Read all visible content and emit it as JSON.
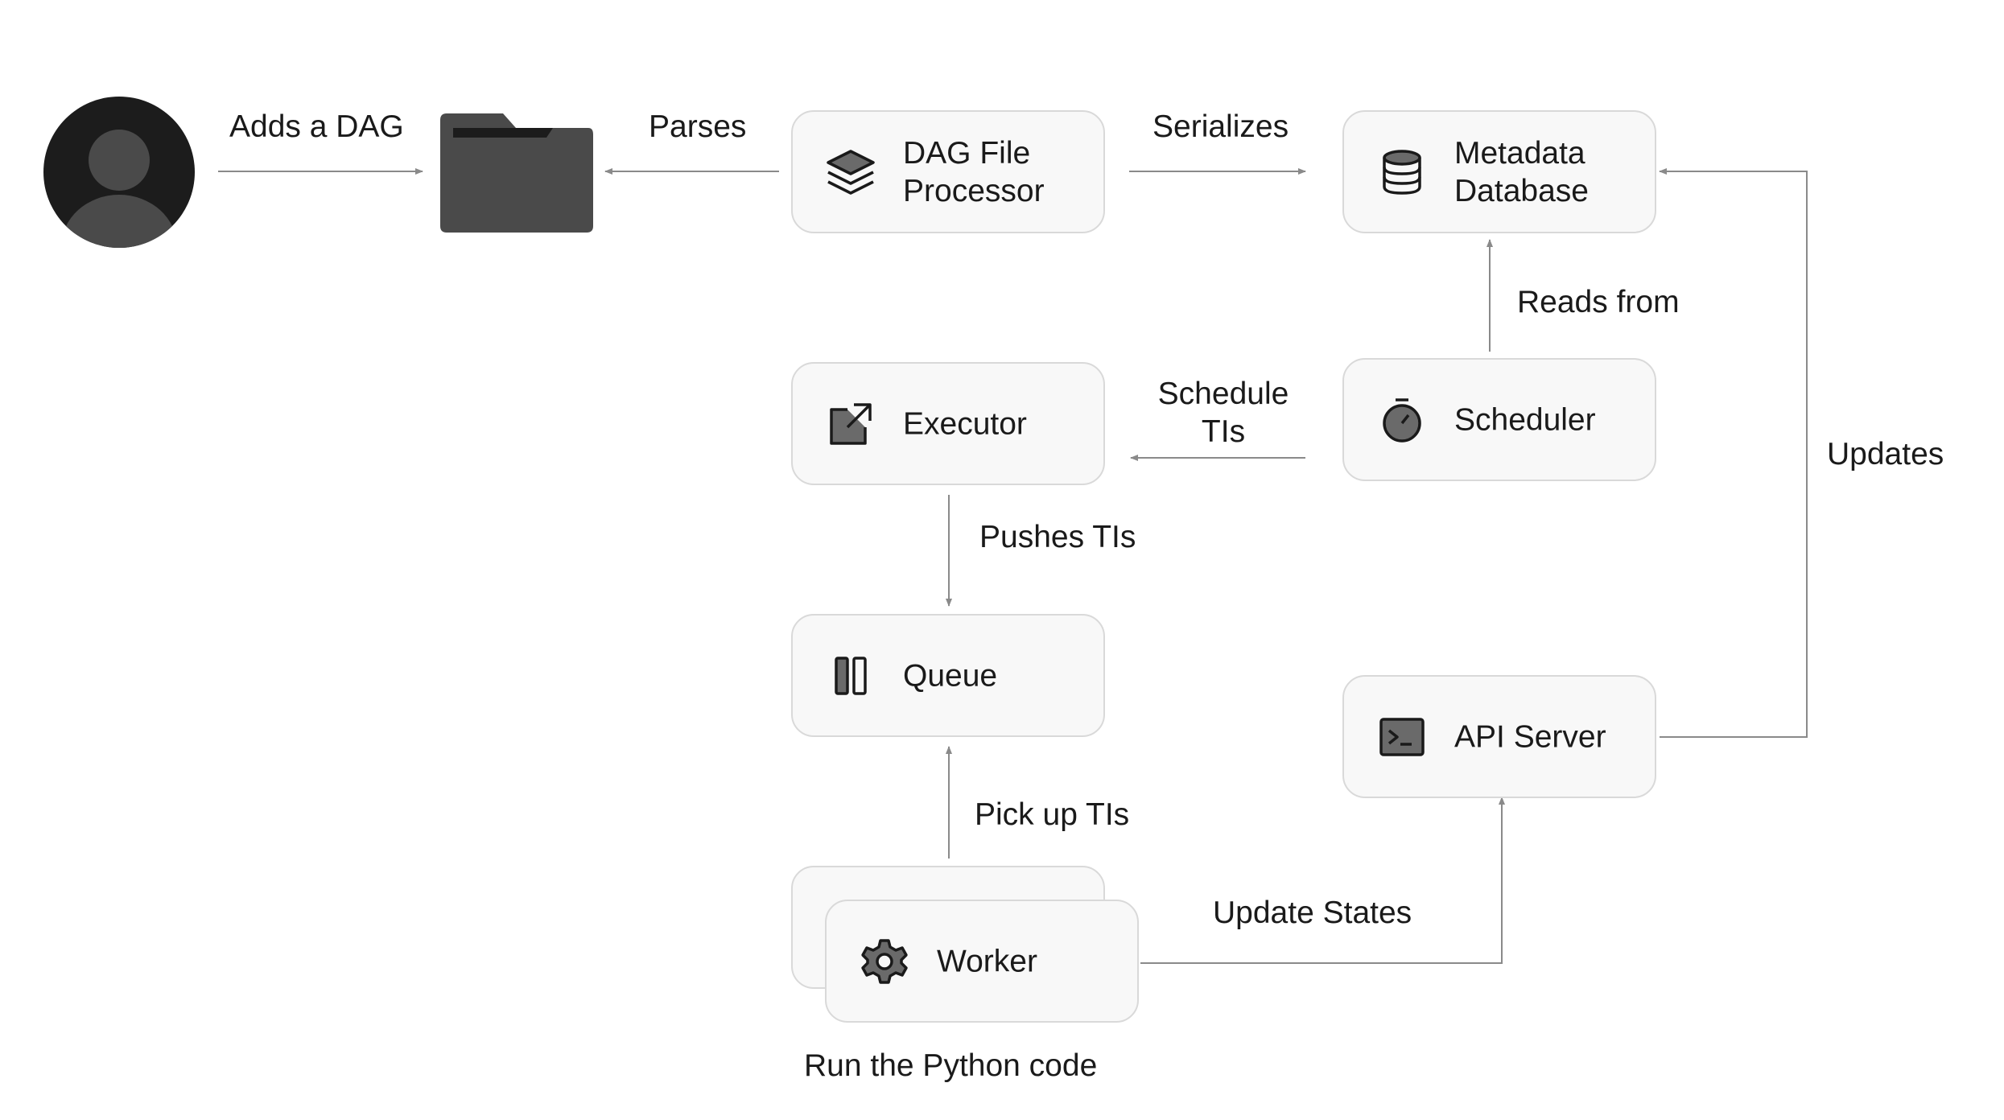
{
  "nodes": {
    "dag_processor": {
      "label": "DAG File\nProcessor",
      "icon": "layers-icon"
    },
    "metadata_db": {
      "label": "Metadata\nDatabase",
      "icon": "database-icon"
    },
    "executor": {
      "label": "Executor",
      "icon": "external-link-icon"
    },
    "scheduler": {
      "label": "Scheduler",
      "icon": "stopwatch-icon"
    },
    "queue": {
      "label": "Queue",
      "icon": "pause-columns-icon"
    },
    "api_server": {
      "label": "API Server",
      "icon": "terminal-icon"
    },
    "worker": {
      "label": "Worker",
      "icon": "gear-icon"
    }
  },
  "actors": {
    "user": {
      "icon": "user-avatar-icon"
    },
    "dag_folder": {
      "icon": "folder-icon"
    }
  },
  "edges": {
    "adds_dag": "Adds a DAG",
    "parses": "Parses",
    "serializes": "Serializes",
    "reads_from": "Reads from",
    "schedule_tis": "Schedule\nTIs",
    "updates": "Updates",
    "pushes_tis": "Pushes TIs",
    "pick_up_tis": "Pick up TIs",
    "update_states": "Update States"
  },
  "captions": {
    "worker_caption": "Run the Python code"
  },
  "colors": {
    "node_bg": "#f8f8f8",
    "node_border": "#d9d9d9",
    "line": "#8a8a8a",
    "icon_dark": "#4a4a4a",
    "avatar": "#1c1c1c"
  }
}
